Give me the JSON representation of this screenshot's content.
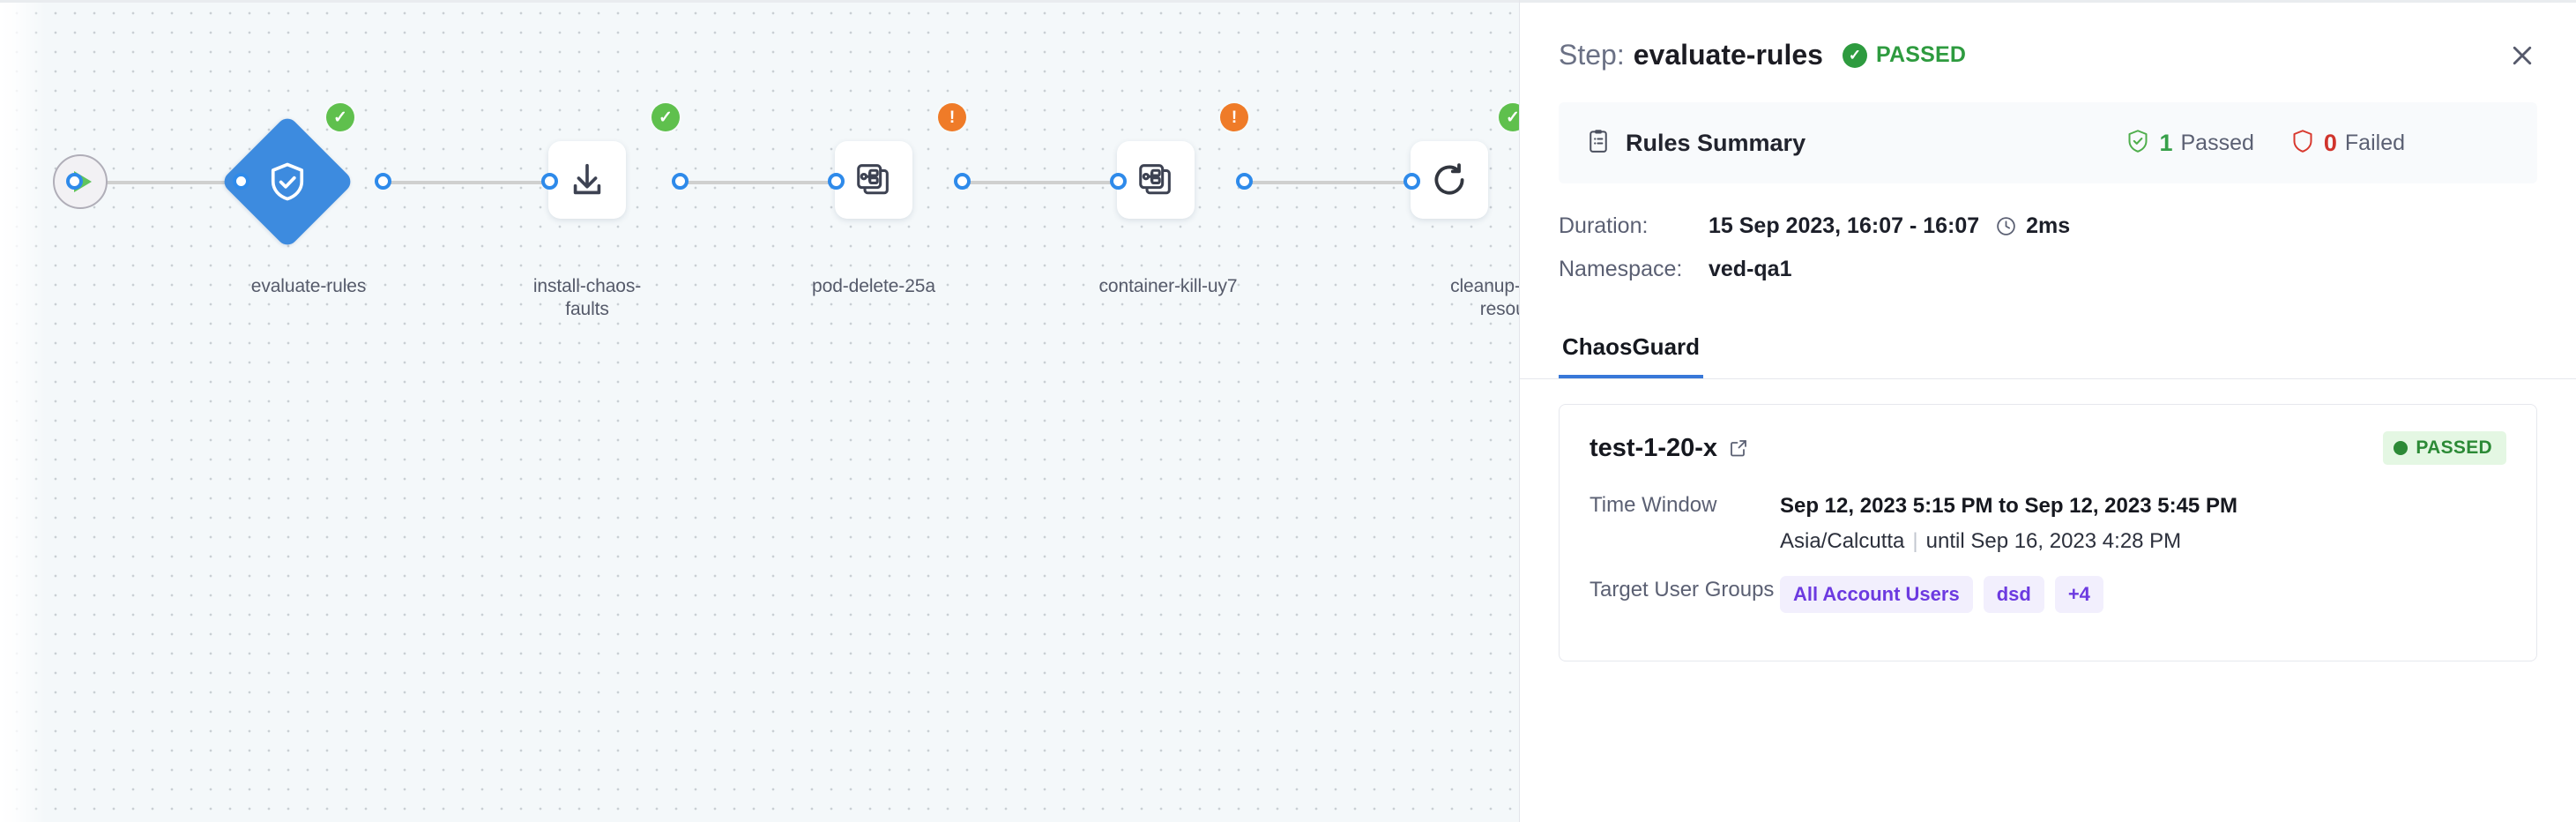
{
  "canvas": {
    "start_node": {
      "icon": "play-icon"
    },
    "nodes": [
      {
        "id": "evaluate-rules",
        "label": "evaluate-rules",
        "shape": "diamond",
        "icon": "shield-check-icon",
        "status": "success",
        "status_glyph": "✓"
      },
      {
        "id": "install-chaos-faults",
        "label": "install-chaos-\nfaults",
        "shape": "square",
        "icon": "download-icon",
        "status": "success",
        "status_glyph": "✓"
      },
      {
        "id": "pod-delete-25a",
        "label": "pod-delete-25a",
        "shape": "square",
        "icon": "chaos-fault-icon",
        "status": "warning",
        "status_glyph": "!"
      },
      {
        "id": "container-kill-uy7",
        "label": "container-kill-uy7",
        "shape": "square",
        "icon": "chaos-fault-icon",
        "status": "warning",
        "status_glyph": "!"
      },
      {
        "id": "cleanup-chaos-resources",
        "label": "cleanup-chao\nresources",
        "shape": "square",
        "icon": "refresh-icon",
        "status": "success",
        "status_glyph": "✓"
      }
    ]
  },
  "panel": {
    "header": {
      "step_prefix": "Step:",
      "step_name": "evaluate-rules",
      "status_text": "PASSED",
      "status_color": "#2e9b3f",
      "close_icon": "close-icon"
    },
    "rules_summary": {
      "icon": "clipboard-icon",
      "title": "Rules Summary",
      "passed_count": "1",
      "passed_label": "Passed",
      "failed_count": "0",
      "failed_label": "Failed",
      "passed_color": "#37a04a",
      "failed_color": "#d0342c"
    },
    "meta": {
      "duration_label": "Duration:",
      "duration_range": "15 Sep 2023, 16:07 - 16:07",
      "duration_elapsed": "2ms",
      "namespace_label": "Namespace:",
      "namespace_value": "ved-qa1"
    },
    "tabs": [
      {
        "label": "ChaosGuard",
        "active": true
      }
    ],
    "chaosguard_card": {
      "title": "test-1-20-x",
      "external_link_icon": "external-link-icon",
      "badge_text": "PASSED",
      "badge_color": "#2c8a36",
      "rows": {
        "time_window_label": "Time Window",
        "time_window_main": "Sep 12, 2023 5:15 PM to Sep 12, 2023 5:45 PM",
        "time_window_tz": "Asia/Calcutta",
        "time_window_until": "until Sep 16, 2023 4:28 PM",
        "target_groups_label": "Target User Groups",
        "target_groups": [
          "All Account Users",
          "dsd",
          "+4"
        ]
      }
    }
  }
}
